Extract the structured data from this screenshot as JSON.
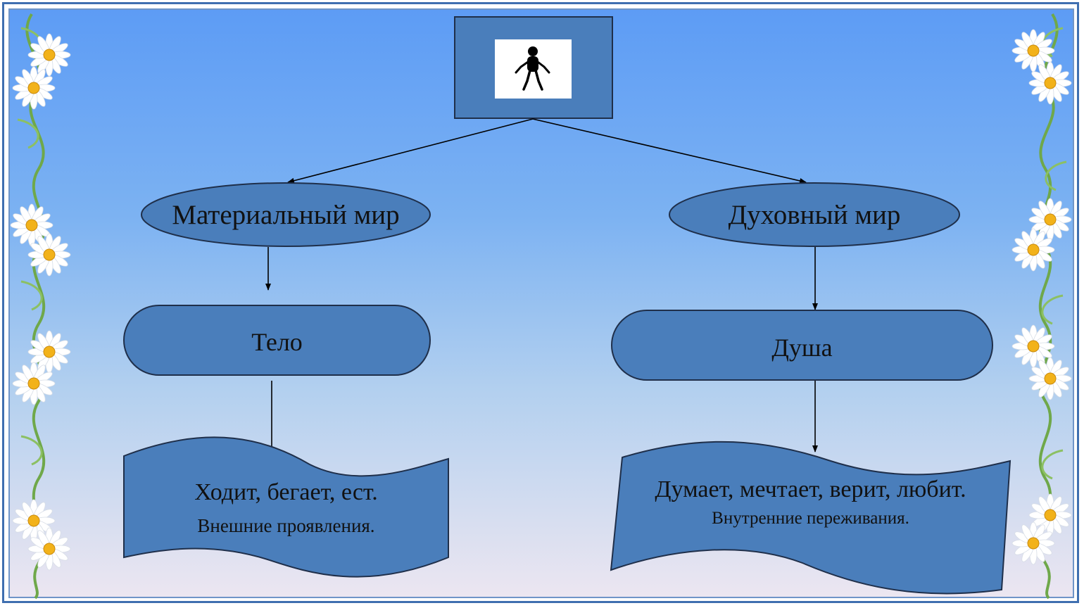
{
  "diagram": {
    "root": {
      "icon": "person-icon"
    },
    "nodes": {
      "material_world": "Материальный мир",
      "spiritual_world": "Духовный мир",
      "body": "Тело",
      "soul": "Душа"
    },
    "banners": {
      "body_actions": "Ходит, бегает, ест.",
      "body_caption": "Внешние проявления.",
      "soul_actions": "Думает, мечтает, верит, любит.",
      "soul_caption": "Внутренние переживания."
    }
  },
  "colors": {
    "node_fill": "#4a7ebb",
    "node_stroke": "#1f2f4a",
    "border": "#3f6fb0",
    "leaf_green": "#6fa84a",
    "petal": "#ffffff",
    "flower_center": "#f2b21a"
  },
  "decor": {
    "left_border": "daisy-garland-icon",
    "right_border": "daisy-garland-icon"
  }
}
